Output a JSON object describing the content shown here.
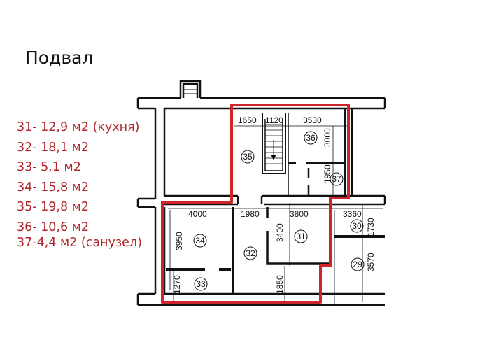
{
  "title": "Подвал",
  "legend": [
    "31- 12,9 м2 (кухня)",
    "32- 18,1 м2",
    "33- 5,1 м2",
    "34- 15,8 м2",
    "35- 19,8 м2",
    "36- 10,6 м2",
    "37-4,4 м2 (санузел)"
  ],
  "rooms": {
    "r29": "29",
    "r30": "30",
    "r31": "31",
    "r32": "32",
    "r33": "33",
    "r34": "34",
    "r35": "35",
    "r36": "36",
    "r37": "37"
  },
  "dimensions": {
    "d1650": "1650",
    "d1120": "1120",
    "d3530": "3530",
    "d3000": "3000",
    "d1950": "1950",
    "d4000": "4000",
    "d1980": "1980",
    "d3800": "3800",
    "d3360": "3360",
    "d1730": "1730",
    "d3950": "3950",
    "d3400": "3400",
    "d3570": "3570",
    "d1270": "1270",
    "d1850": "1850"
  },
  "colors": {
    "highlight": "#d0242b",
    "legend_text": "#b0282c"
  }
}
